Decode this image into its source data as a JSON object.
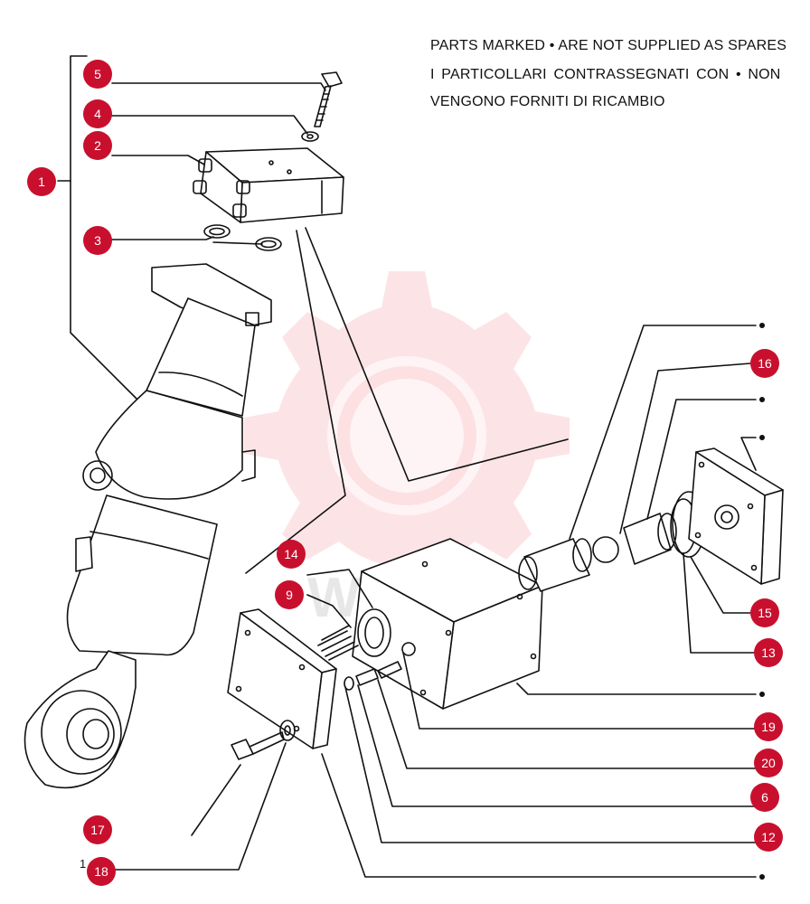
{
  "notes": {
    "line1": "PARTS MARKED • ARE NOT SUPPLIED AS SPARES",
    "line2": "I PARTICOLLARI CONTRASSEGNATI CON • NON",
    "line3": "VENGONO FORNITI DI RICAMBIO"
  },
  "watermark": {
    "text": "WITEX",
    "color": "#e8323c"
  },
  "callout_color": "#c8102e",
  "callouts": {
    "c1": "1",
    "c2": "2",
    "c3": "3",
    "c4": "4",
    "c5": "5",
    "c6": "6",
    "c9": "9",
    "c12": "12",
    "c13": "13",
    "c14": "14",
    "c15": "15",
    "c16": "16",
    "c17": "17",
    "c18": "18",
    "c19": "19",
    "c20": "20"
  },
  "stray_mark": "1"
}
